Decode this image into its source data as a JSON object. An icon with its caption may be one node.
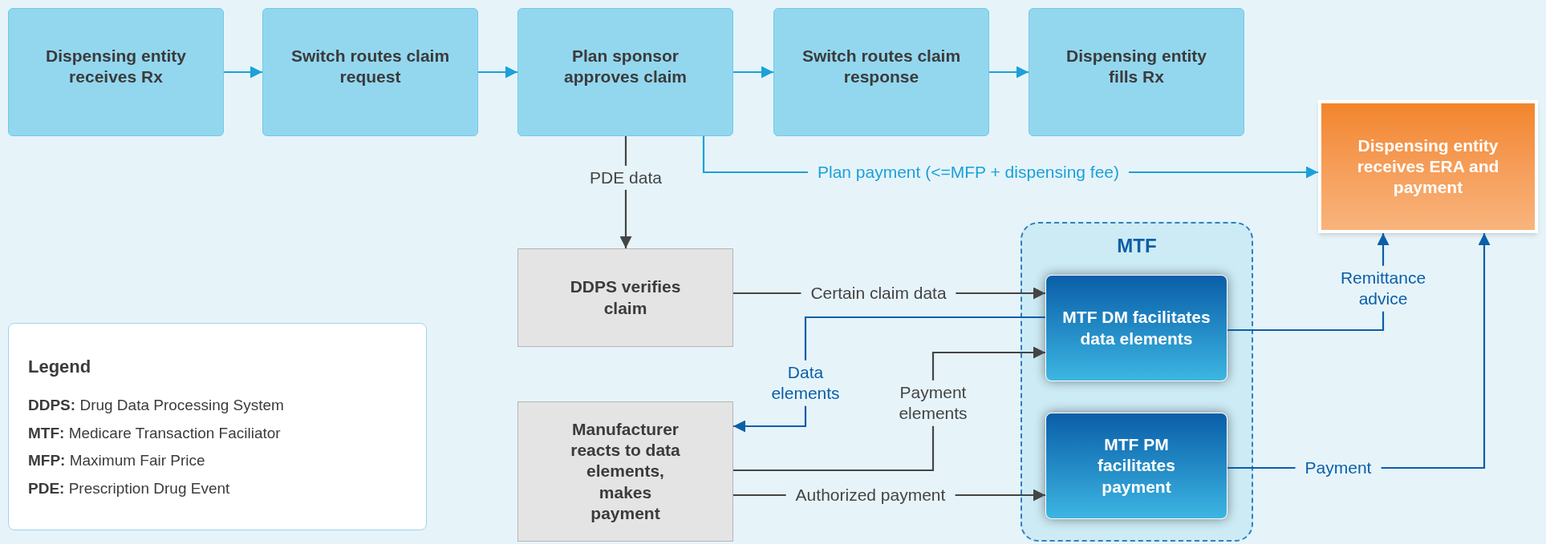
{
  "diagram": {
    "nodes": [
      {
        "text": [
          "Dispensing entity receives Rx"
        ]
      },
      {
        "text": [
          "Switch routes claim request"
        ]
      },
      {
        "text": [
          "Plan sponsor approves claim"
        ]
      },
      {
        "text": [
          "Switch routes claim response"
        ]
      },
      {
        "text": [
          "Dispensing entity fills Rx"
        ]
      },
      {
        "text": [
          "Dispensing entity receives ERA and payment"
        ]
      },
      {
        "text": [
          "DDPS verifies claim"
        ]
      },
      {
        "text": [
          "MTF"
        ]
      },
      {
        "text": [
          "MTF DM facilitates data elements"
        ],
        "in": 7
      },
      {
        "text": [
          "MTF PM facilitates payment"
        ],
        "in": 7
      },
      {
        "text": [
          "Manufacturer reacts to data elements, makes payment"
        ]
      },
      {
        "text": [
          "Legend",
          "**DDPS:** Drug Data Processing System",
          "**MTF:** Medicare Transaction Faciliator",
          "**MFP:** Maximum Fair Price",
          "**PDE:** Prescription Drug Event"
        ]
      }
    ],
    "edges": [
      {
        "from": 0,
        "to": 1,
        "arrow": "to"
      },
      {
        "from": 1,
        "to": 2,
        "arrow": "to"
      },
      {
        "from": 2,
        "to": 3,
        "arrow": "to"
      },
      {
        "from": 3,
        "to": 4,
        "arrow": "to"
      },
      {
        "from": 2,
        "to": 6,
        "arrow": "to",
        "label": "PDE data",
        "color": "#444444"
      },
      {
        "from": 2,
        "to": 5,
        "arrow": "to",
        "label": "Plan payment (<=MFP + dispensing fee)"
      },
      {
        "from": 6,
        "to": 8,
        "arrow": "to",
        "label": "Certain claim data",
        "color": "#444444"
      },
      {
        "from": 8,
        "to": 10,
        "arrow": "to",
        "label": "Data elements",
        "color": "#0b5ea8"
      },
      {
        "from": 10,
        "to": 8,
        "arrow": "to",
        "label": "Payment elements",
        "color": "#444444"
      },
      {
        "from": 10,
        "to": 9,
        "arrow": "to",
        "label": "Authorized payment",
        "color": "#444444"
      },
      {
        "from": 8,
        "to": 5,
        "arrow": "to",
        "label": "Remittance advice",
        "color": "#0b5ea8"
      },
      {
        "from": 9,
        "to": 5,
        "arrow": "to",
        "label": "Payment",
        "color": "#0b5ea8"
      }
    ]
  }
}
